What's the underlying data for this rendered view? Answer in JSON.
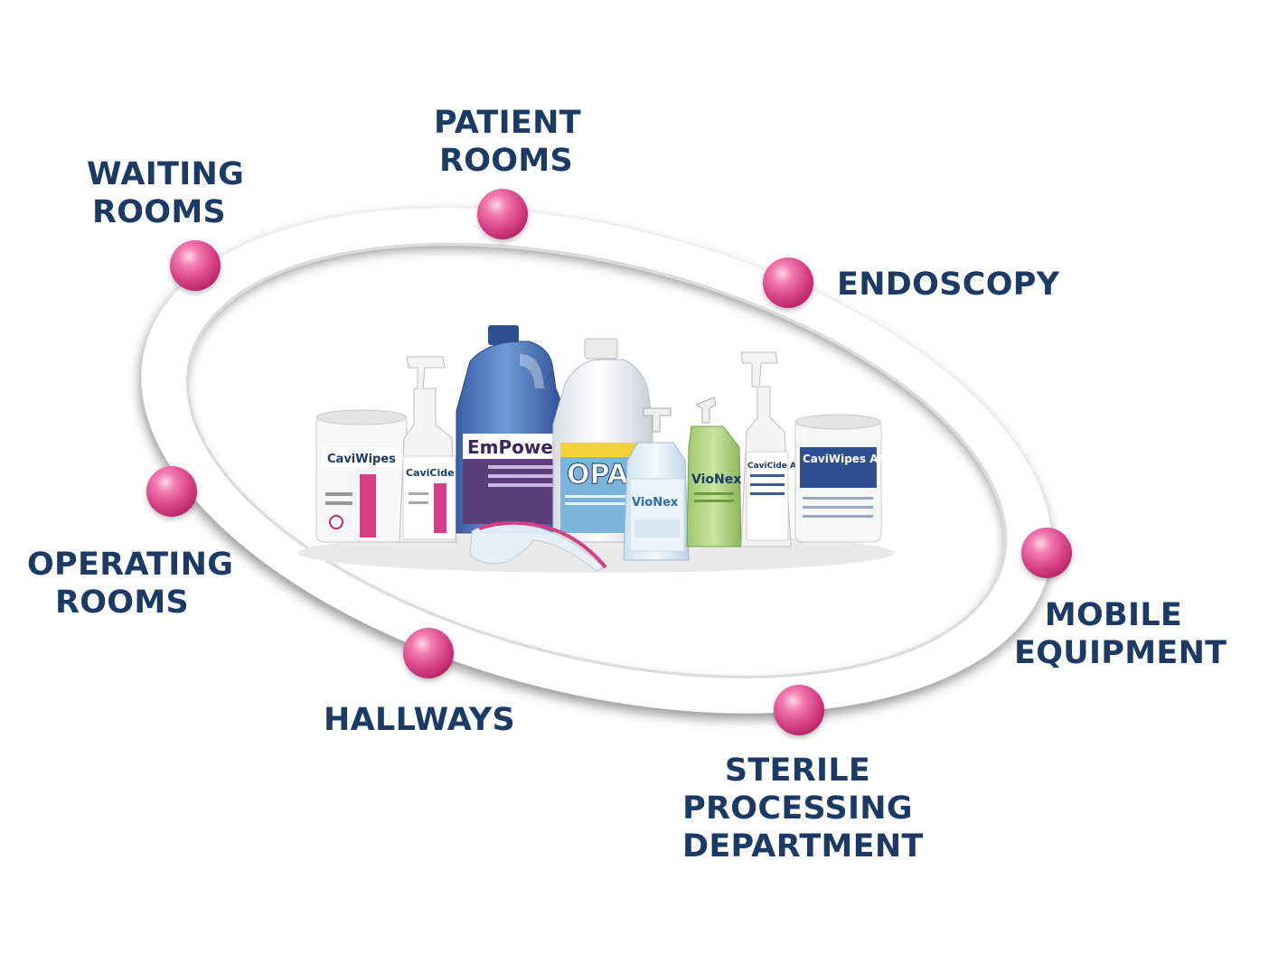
{
  "locations": {
    "waiting_rooms": [
      "WAITING",
      "ROOMS"
    ],
    "patient_rooms": [
      "PATIENT",
      "ROOMS"
    ],
    "endoscopy": [
      "ENDOSCOPY"
    ],
    "operating_rooms": [
      "OPERATING",
      "ROOMS"
    ],
    "mobile_equipment": [
      "MOBILE",
      "EQUIPMENT"
    ],
    "hallways": [
      "HALLWAYS"
    ],
    "sterile_processing": [
      "STERILE",
      "PROCESSING",
      "DEPARTMENT"
    ]
  },
  "products": {
    "caviwipes_1": "CaviWipes",
    "cavicide_1": "CaviCide",
    "empower": "EmPower",
    "opa": "OPA",
    "vionex_clear": "VioNex",
    "vionex_green": "VioNex",
    "cavicide_af": "CaviCide AF",
    "caviwipes_af": "CaviWipes AF"
  },
  "colors": {
    "label_text": "#1b3a66",
    "dot": "#d63d84",
    "ring": "#ffffff"
  }
}
